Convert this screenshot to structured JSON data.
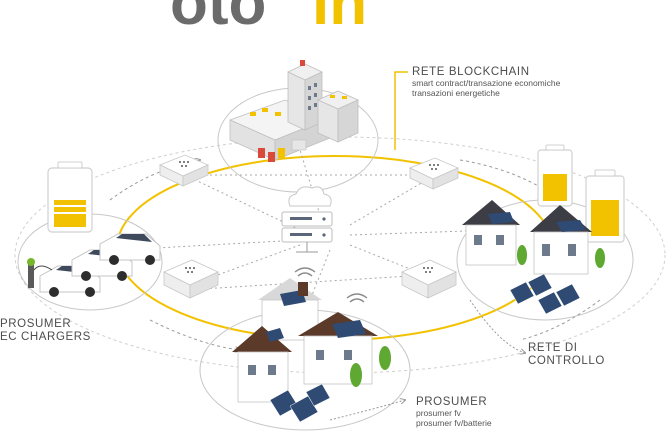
{
  "logo": {
    "text_left": "oto",
    "text_right": "in",
    "color_left": "#6b6b6b",
    "color_right": "#f2c200"
  },
  "labels": {
    "blockchain": {
      "heading": "RETE BLOCKCHAIN",
      "line1": "smart contract/transazione economiche",
      "line2": "transazioni energetiche"
    },
    "ev": {
      "line1": "PROSUMER",
      "line2": "EC CHARGERS"
    },
    "control": {
      "line1": "RETE DI",
      "line2": "CONTROLLO"
    },
    "prosumer": {
      "heading": "PROSUMER",
      "line1": "prosumer fv",
      "line2": "prosumer fv/batterie"
    }
  },
  "colors": {
    "accent": "#f2c200",
    "line": "#9a9a9a",
    "device": "#ffffff",
    "roof": "#5b3a29",
    "panel": "#2f4a73"
  }
}
